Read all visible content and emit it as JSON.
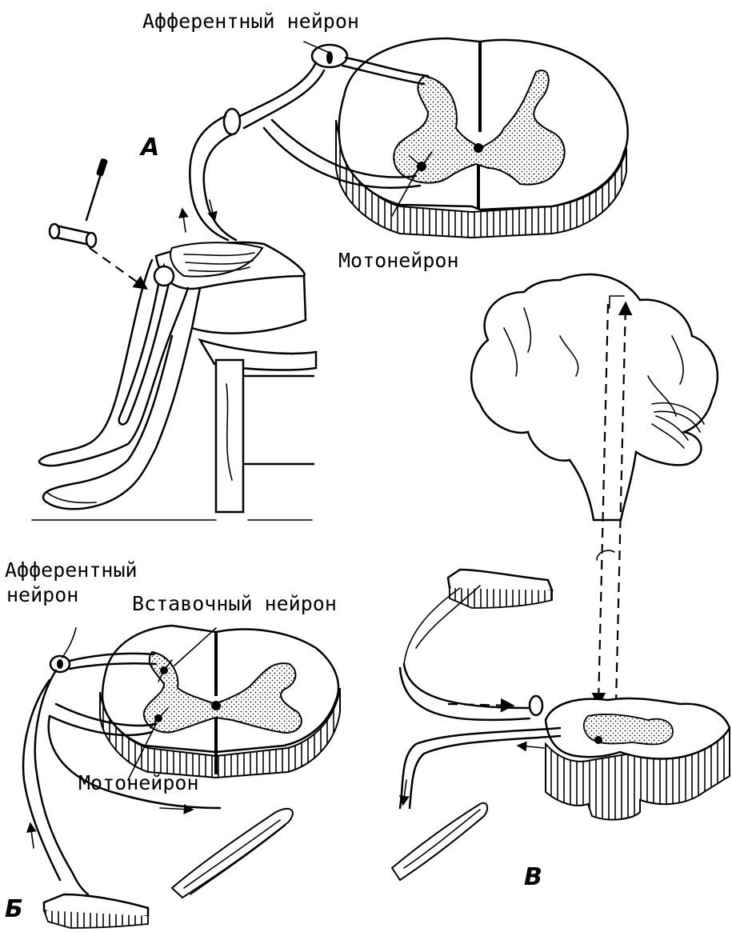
{
  "labels": {
    "afferent_a": "Афферентный нейрон",
    "motoneuron_a": "Мотонейрон",
    "afferent_b_line1": "Афферентный",
    "afferent_b_line2": "нейрон",
    "interneuron_b": "Вставочный нейрон",
    "motoneuron_b": "Мотонейрон"
  },
  "panels": {
    "a": "А",
    "b": "Б",
    "v": "В"
  }
}
